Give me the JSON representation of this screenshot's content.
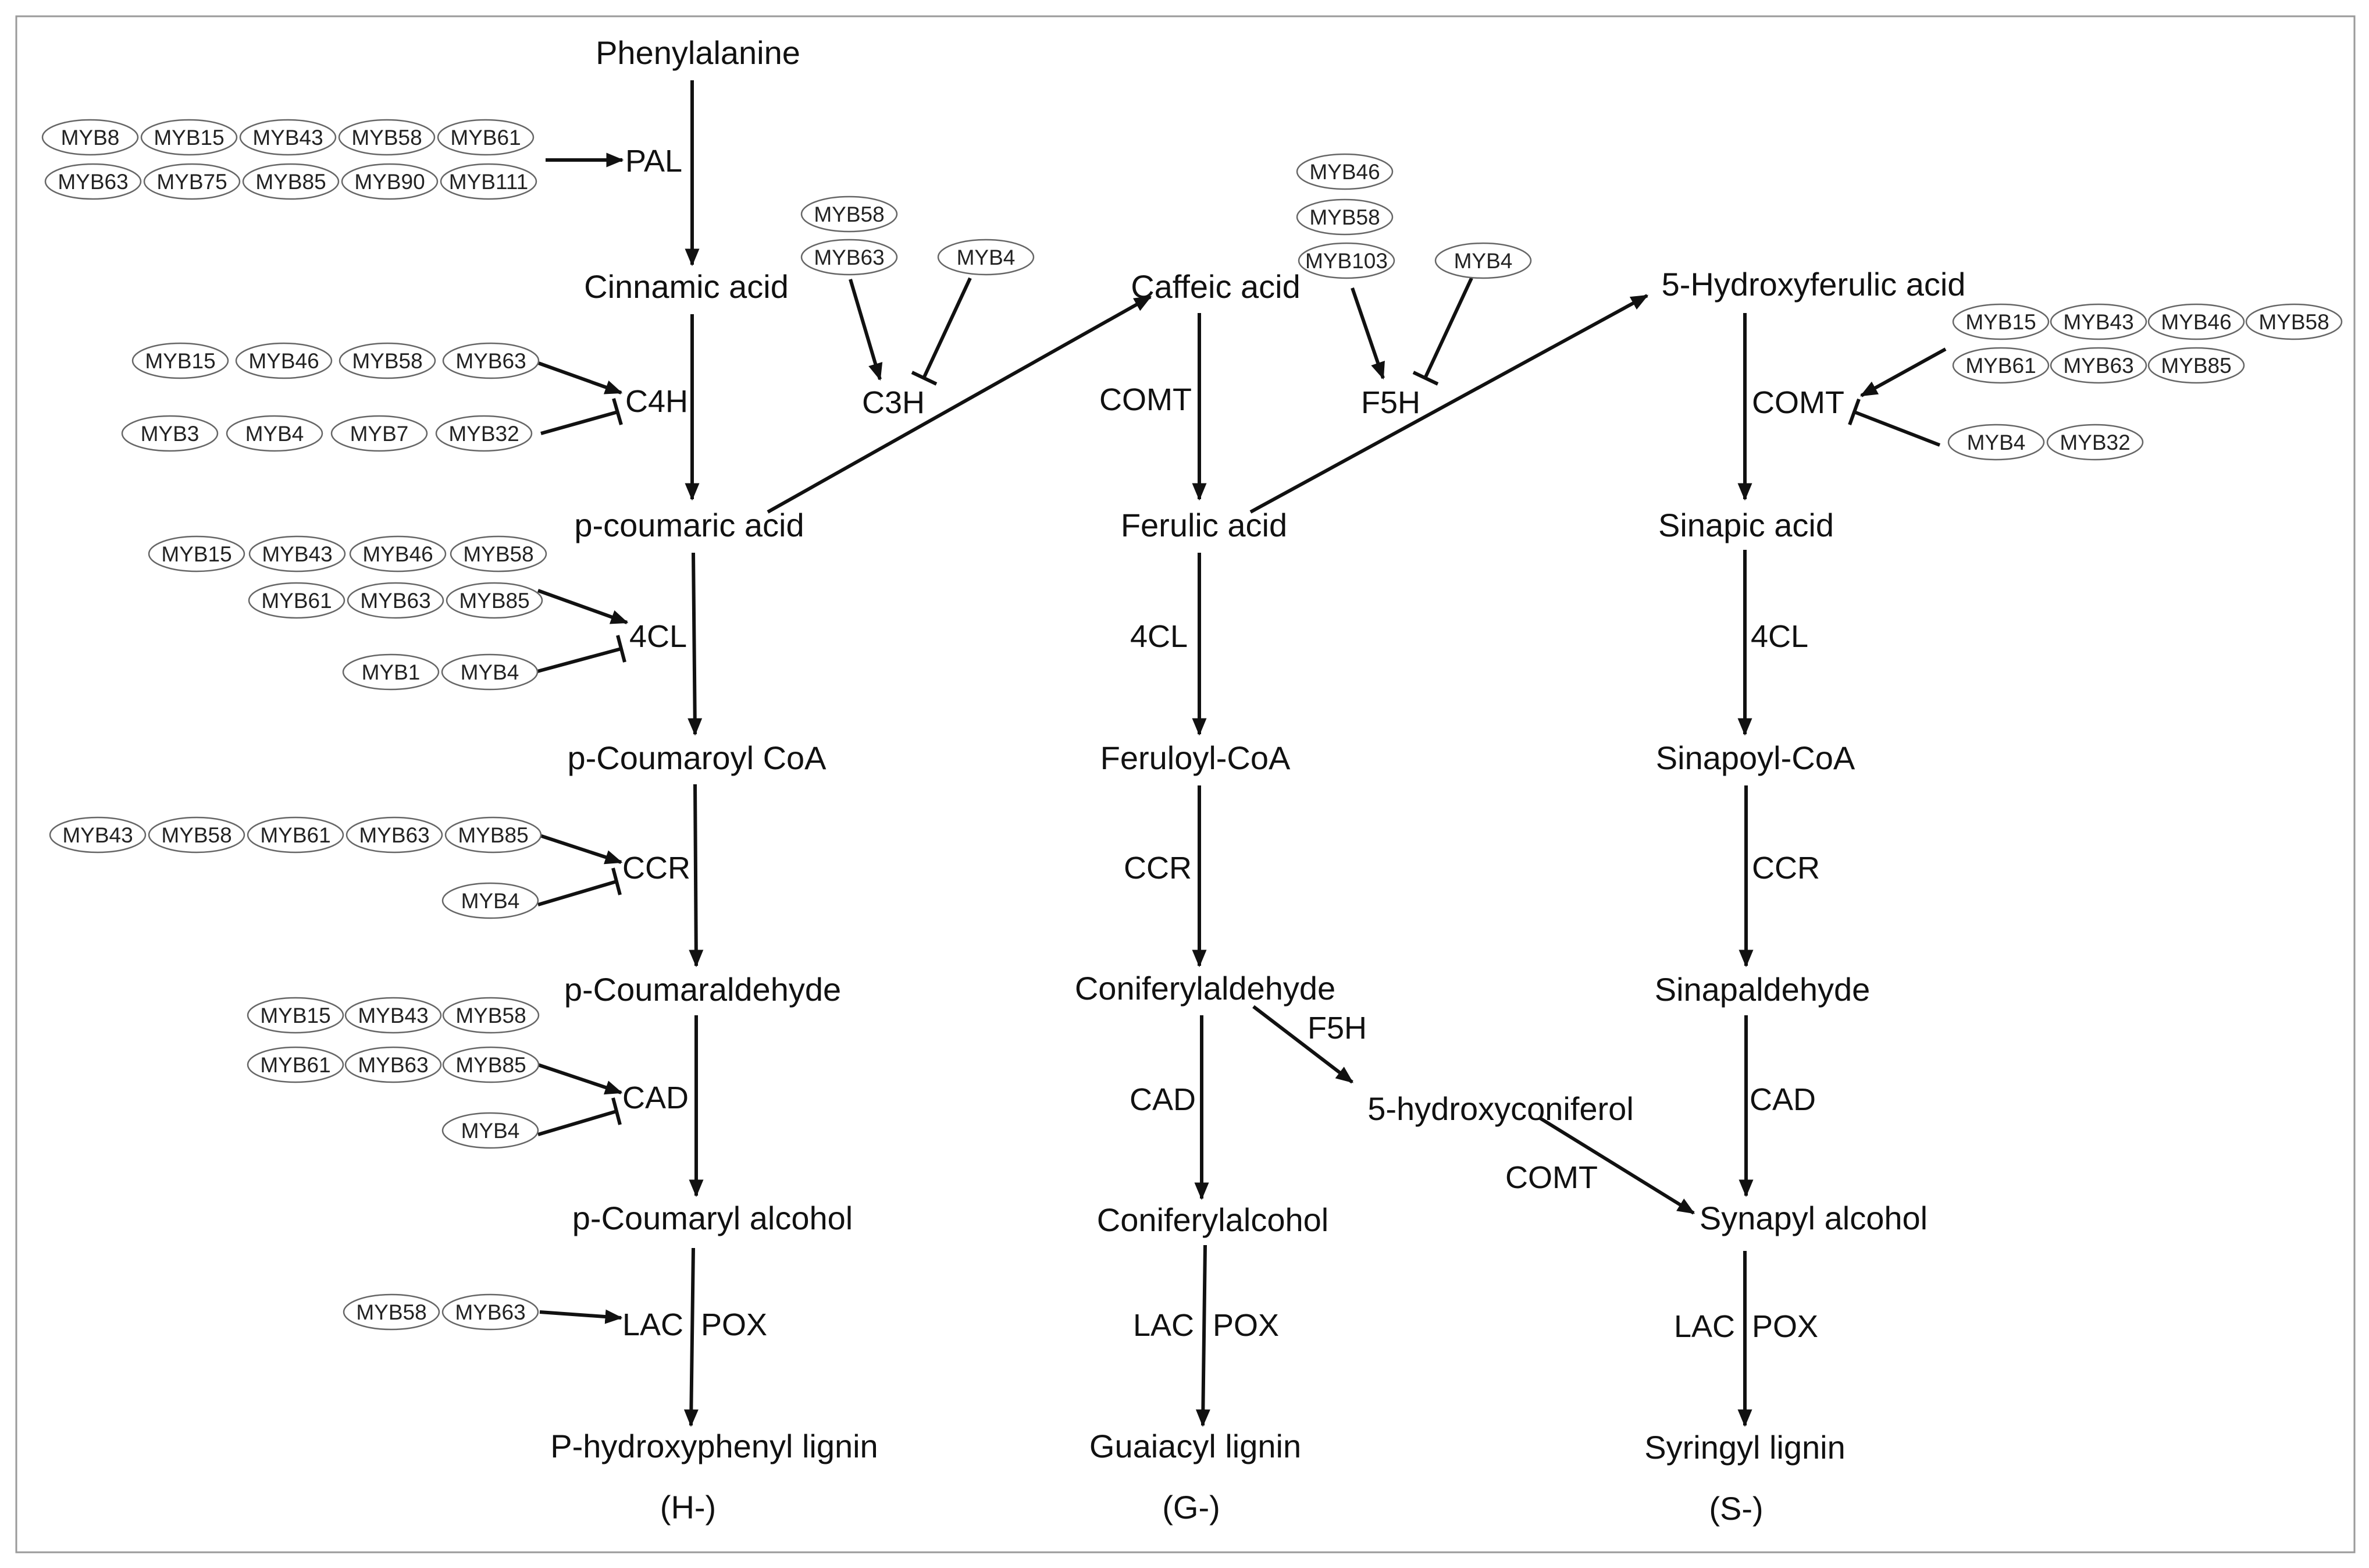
{
  "compounds": {
    "phenylalanine": "Phenylalanine",
    "cinnamic_acid": "Cinnamic acid",
    "p_coumaric_acid": "p-coumaric acid",
    "p_coumaroyl_coa": "p-Coumaroyl CoA",
    "p_coumaraldehyde": "p-Coumaraldehyde",
    "p_coumaryl_alcohol": "p-Coumaryl alcohol",
    "h_lignin": "P-hydroxyphenyl lignin",
    "h_tag": "(H-)",
    "caffeic_acid": "Caffeic acid",
    "ferulic_acid": "Ferulic acid",
    "feruloyl_coa": "Feruloyl-CoA",
    "coniferylaldehyde": "Coniferylaldehyde",
    "coniferylalcohol": "Coniferylalcohol",
    "g_lignin": "Guaiacyl lignin",
    "g_tag": "(G-)",
    "hydroxyconiferol": "5-hydroxyconiferol",
    "hydroxyferulic_acid": "5-Hydroxyferulic acid",
    "sinapic_acid": "Sinapic acid",
    "sinapoyl_coa": "Sinapoyl-CoA",
    "sinapaldehyde": "Sinapaldehyde",
    "synapyl_alcohol": "Synapyl alcohol",
    "s_lignin": "Syringyl lignin",
    "s_tag": "(S-)"
  },
  "enzymes": {
    "pal": "PAL",
    "c4h": "C4H",
    "c3h": "C3H",
    "cl4_h": "4CL",
    "ccr_h": "CCR",
    "cad_h": "CAD",
    "lac_h": "LAC",
    "pox_h": "POX",
    "comt_g": "COMT",
    "f5h_g": "F5H",
    "cl4_g": "4CL",
    "ccr_g": "CCR",
    "f5h_side": "F5H",
    "cad_g": "CAD",
    "lac_g": "LAC",
    "pox_g": "POX",
    "comt_side": "COMT",
    "comt_s": "COMT",
    "cl4_s": "4CL",
    "ccr_s": "CCR",
    "cad_s": "CAD",
    "lac_s": "LAC",
    "pox_s": "POX"
  },
  "regulators": {
    "pal_activators": [
      "MYB8",
      "MYB15",
      "MYB43",
      "MYB58",
      "MYB61",
      "MYB63",
      "MYB75",
      "MYB85",
      "MYB90",
      "MYB111"
    ],
    "c4h_activators": [
      "MYB15",
      "MYB46",
      "MYB58",
      "MYB63"
    ],
    "c4h_repressors": [
      "MYB3",
      "MYB4",
      "MYB7",
      "MYB32"
    ],
    "c3h_activators": [
      "MYB58",
      "MYB63"
    ],
    "c3h_repressors": [
      "MYB4"
    ],
    "cl4_activators": [
      "MYB15",
      "MYB43",
      "MYB46",
      "MYB58",
      "MYB61",
      "MYB63",
      "MYB85"
    ],
    "cl4_repressors": [
      "MYB1",
      "MYB4"
    ],
    "ccr_activators": [
      "MYB43",
      "MYB58",
      "MYB61",
      "MYB63",
      "MYB85"
    ],
    "ccr_repressors": [
      "MYB4"
    ],
    "cad_activators": [
      "MYB15",
      "MYB43",
      "MYB58",
      "MYB61",
      "MYB63",
      "MYB85"
    ],
    "cad_repressors": [
      "MYB4"
    ],
    "lac_activators": [
      "MYB58",
      "MYB63"
    ],
    "f5h_activators": [
      "MYB46",
      "MYB58",
      "MYB103"
    ],
    "f5h_repressors": [
      "MYB4"
    ],
    "comt_activators": [
      "MYB15",
      "MYB43",
      "MYB46",
      "MYB58",
      "MYB61",
      "MYB63",
      "MYB85"
    ],
    "comt_repressors": [
      "MYB4",
      "MYB32"
    ]
  }
}
